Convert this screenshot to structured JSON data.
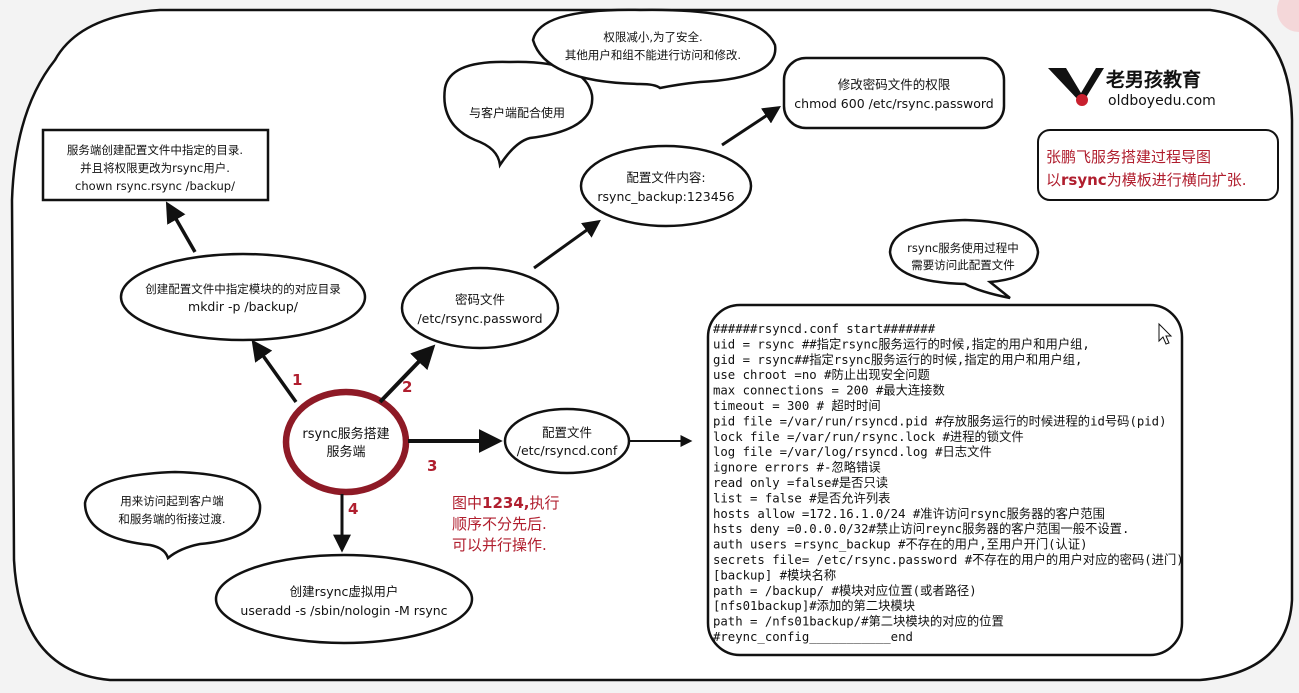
{
  "logo": {
    "brand": "老男孩教育",
    "site": "oldboyedu.com"
  },
  "guide_note": {
    "line1": "张鹏飞服务搭建过程导图",
    "line2_prefix": "以",
    "line2_bold": "rsync",
    "line2_suffix": "为模板进行横向扩张."
  },
  "center": {
    "line1": "rsync服务搭建",
    "line2": "服务端"
  },
  "steps": {
    "s1": "1",
    "s2": "2",
    "s3": "3",
    "s4": "4"
  },
  "order_note": {
    "line1_prefix": "图中",
    "line1_bold": "1234,",
    "line1_suffix": "执行",
    "line2": "顺序不分先后.",
    "line3": "可以并行操作."
  },
  "backup_dir_box": {
    "line1": "服务端创建配置文件中指定的目录.",
    "line2": "并且将权限更改为rsync用户.",
    "line3": "chown rsync.rsync /backup/"
  },
  "mkdir_node": {
    "line1": "创建配置文件中指定模块的的对应目录",
    "line2": "mkdir -p /backup/"
  },
  "password_node": {
    "line1": "密码文件",
    "line2": "/etc/rsync.password"
  },
  "password_content_node": {
    "line1": "配置文件内容:",
    "line2": "rsync_backup:123456"
  },
  "client_bubble": {
    "line1": "与客户端配合使用"
  },
  "security_bubble": {
    "line1": "权限减小,为了安全.",
    "line2": "其他用户和组不能进行访问和修改."
  },
  "chmod_box": {
    "line1": "修改密码文件的权限",
    "line2": "chmod 600 /etc/rsync.password"
  },
  "config_node": {
    "line1": "配置文件",
    "line2": "/etc/rsyncd.conf"
  },
  "config_bubble": {
    "line1": "rsync服务使用过程中",
    "line2": "需要访问此配置文件"
  },
  "user_bubble": {
    "line1": "用来访问起到客户端",
    "line2": "和服务端的衔接过渡."
  },
  "user_node": {
    "line1": "创建rsync虚拟用户",
    "line2": "useradd -s /sbin/nologin -M rsync"
  },
  "config_lines": [
    "######rsyncd.conf start#######",
    "uid = rsync    ##指定rsync服务运行的时候,指定的用户和用户组,",
    "gid = rsync##指定rsync服务运行的时候,指定的用户和用户组,",
    "use chroot =no  #防止出现安全问题",
    "max connections = 200   #最大连接数",
    "timeout = 300         # 超时时间",
    "pid file =/var/run/rsyncd.pid  #存放服务运行的时候进程的id号码(pid)",
    "lock file =/var/run/rsync.lock  #进程的锁文件",
    "log file =/var/log/rsyncd.log    #日志文件",
    "ignore errors   #-忽略错误",
    "read only =false#是否只读",
    "list = false     #是否允许列表",
    "hosts allow =172.16.1.0/24  #准许访问rsync服务器的客户范围",
    "hsts deny =0.0.0.0/32#禁止访问reync服务器的客户范围一般不设置.",
    "auth users =rsync_backup      #不存在的用户,至用户开门(认证)",
    "secrets file= /etc/rsync.password #不存在的用户的用户对应的密码(进门)",
    "[backup]    #模块名称",
    "path = /backup/  #模块对应位置(或者路径)",
    "[nfs01backup]#添加的第二块模块",
    "path = /nfs01backup/#第二块模块的对应的位置",
    "#reync_config___________end"
  ],
  "colors": {
    "accent_red": "#b01e2e",
    "center_ring": "#8e1a26"
  }
}
